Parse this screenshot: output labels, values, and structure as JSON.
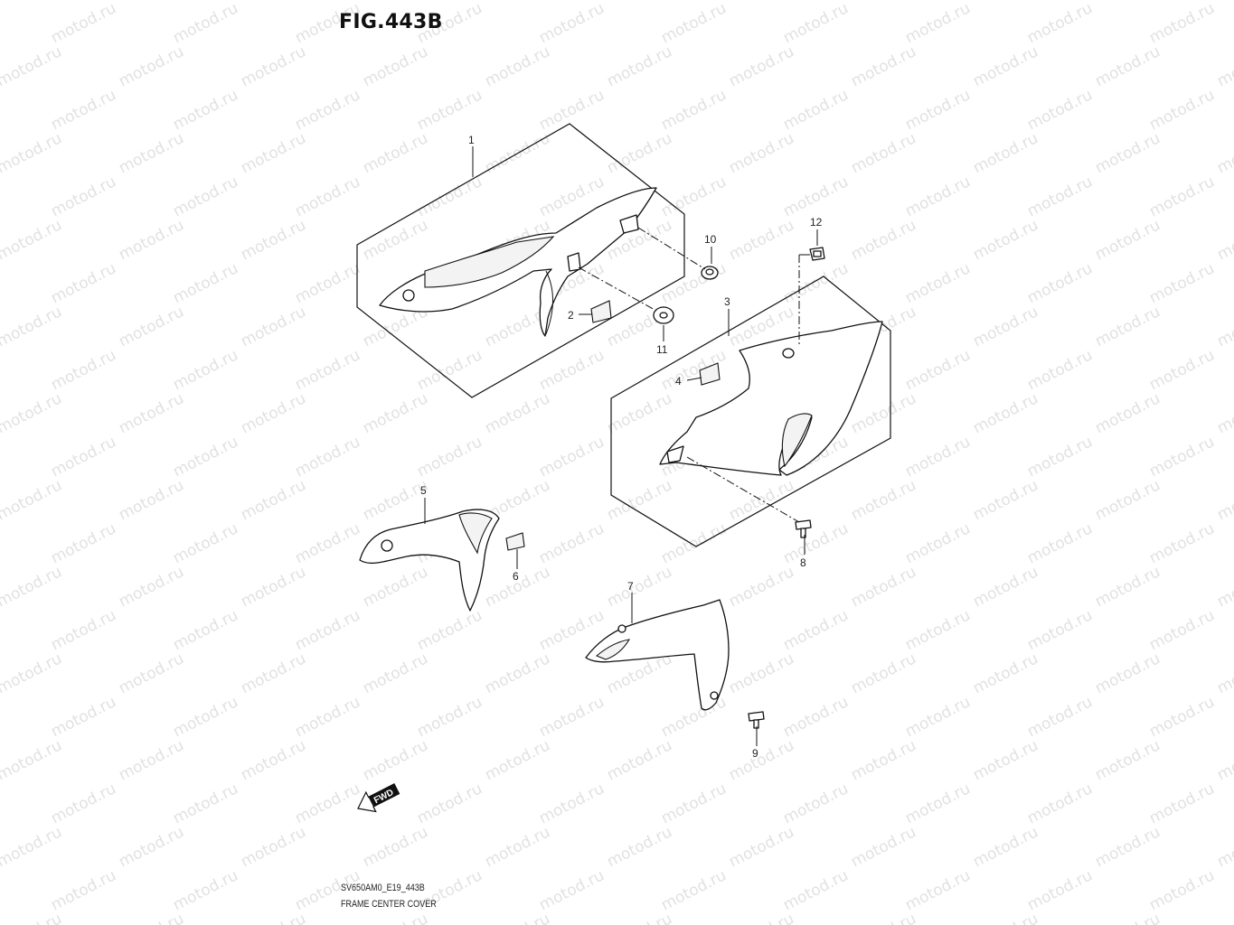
{
  "figure": {
    "title": "FIG.443B",
    "code": "SV650AM0_E19_443B",
    "name": "FRAME CENTER COVER"
  },
  "callouts": [
    "1",
    "2",
    "3",
    "4",
    "5",
    "6",
    "7",
    "8",
    "9",
    "10",
    "11",
    "12"
  ],
  "fwd_label": "FWD",
  "watermark": "motod.ru",
  "colors": {
    "line": "#111111",
    "watermark": "#bdbdbd",
    "background": "#ffffff"
  }
}
